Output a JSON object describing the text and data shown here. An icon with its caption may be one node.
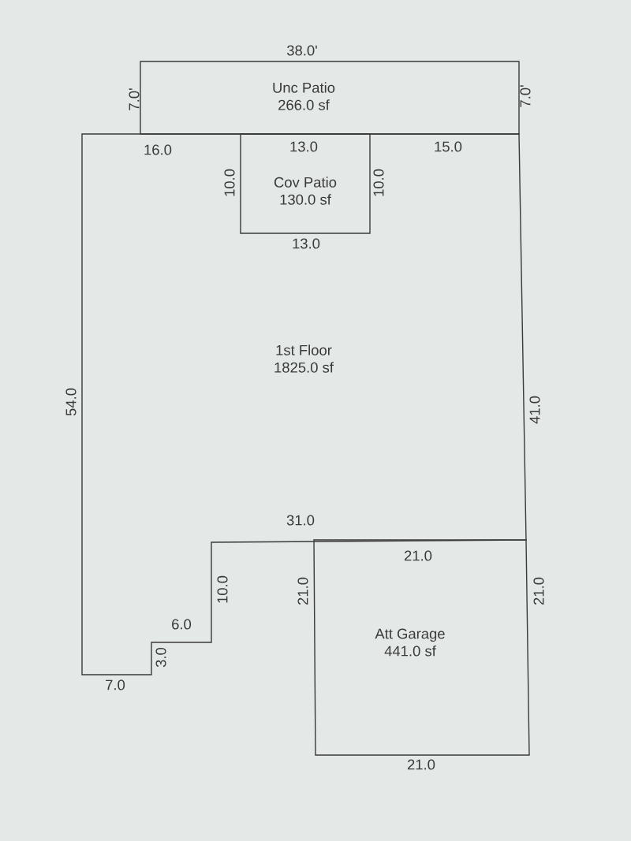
{
  "diagram": {
    "nodes": [
      {
        "text": [
          "Unc Patio",
          "266.0 sf"
        ]
      },
      {
        "text": [
          "1st Floor",
          "1825.0 sf"
        ]
      },
      {
        "text": [
          "Cov Patio",
          "130.0 sf"
        ],
        "in": 1
      },
      {
        "text": [
          "Att Garage",
          "441.0 sf"
        ]
      }
    ],
    "labels": [
      "38.0'",
      "7.0'",
      "7.0'",
      "16.0",
      "13.0",
      "15.0",
      "10.0",
      "10.0",
      "13.0",
      "54.0",
      "41.0",
      "31.0",
      "21.0",
      "10.0",
      "21.0",
      "21.0",
      "6.0",
      "3.0",
      "7.0",
      "21.0"
    ]
  }
}
